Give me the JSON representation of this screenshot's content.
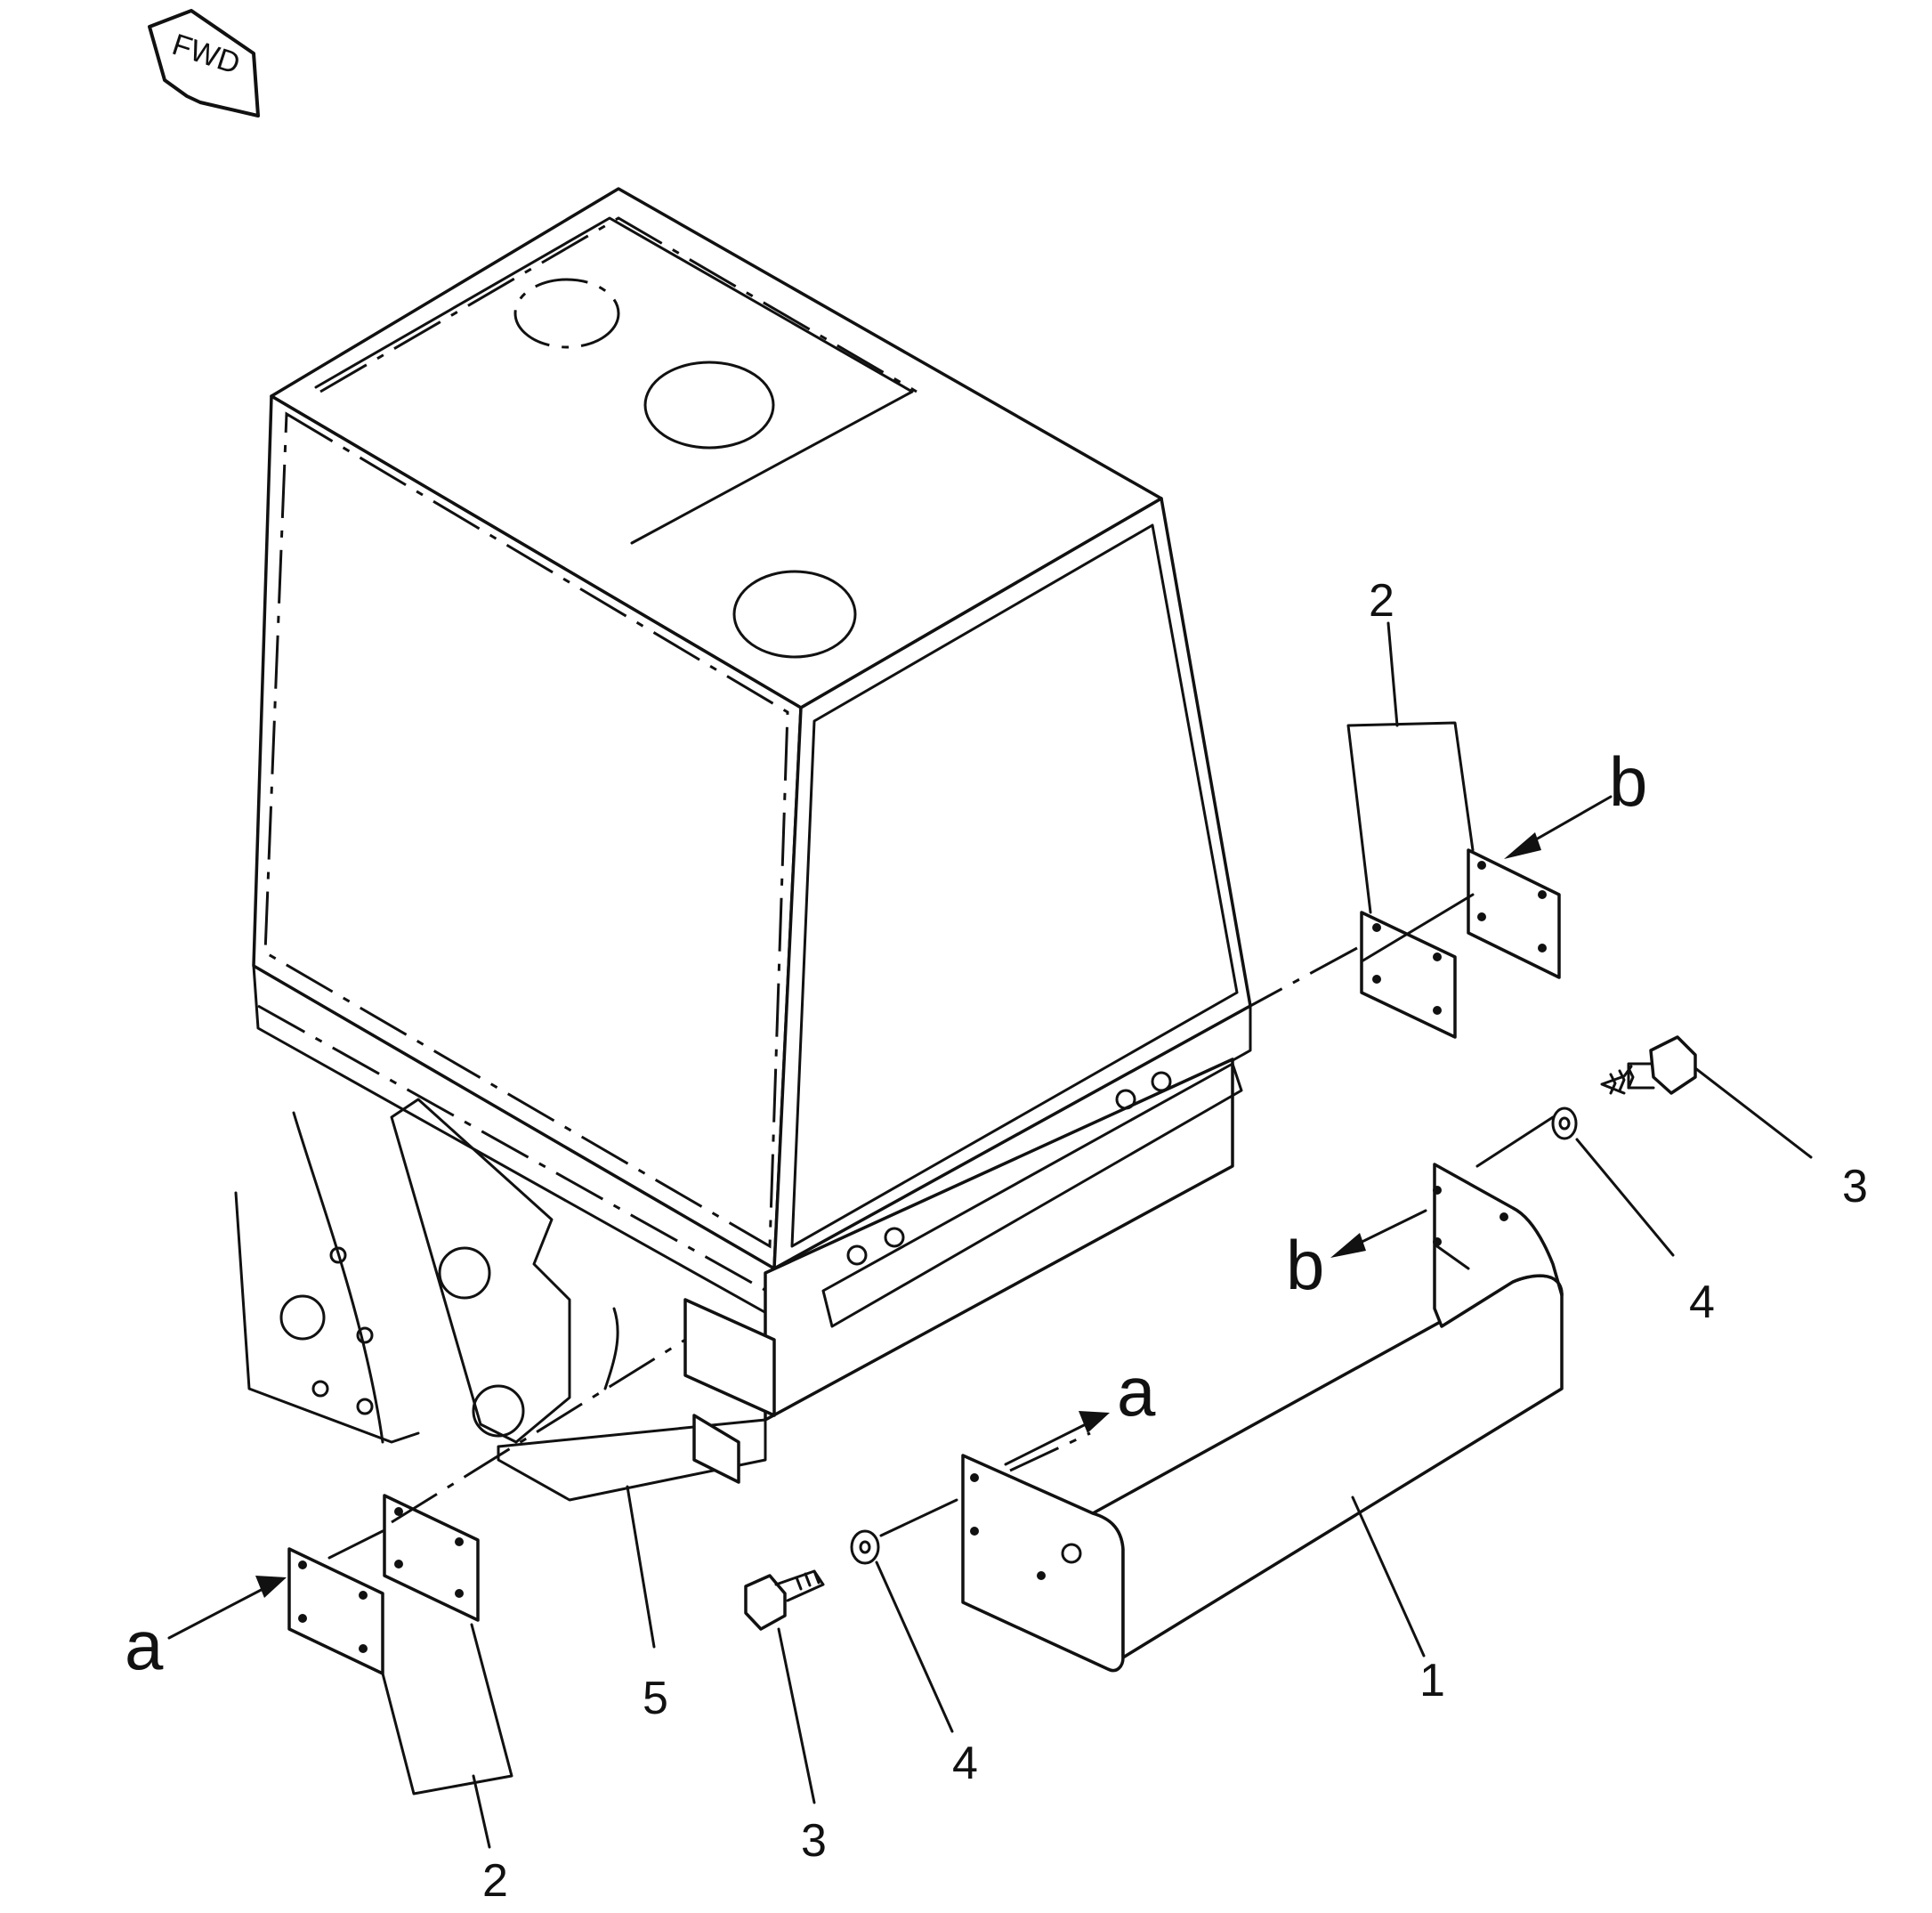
{
  "fwd_label": "FWD",
  "callouts": {
    "counterweight": "1",
    "shim_upper": "2",
    "shim_lower": "2",
    "bolt_right": "3",
    "bolt_lower": "3",
    "washer_right": "4",
    "washer_lower": "4",
    "frame": "5"
  },
  "view_marks": {
    "a_top": "a",
    "a_left": "a",
    "b_top": "b",
    "b_mid": "b"
  }
}
